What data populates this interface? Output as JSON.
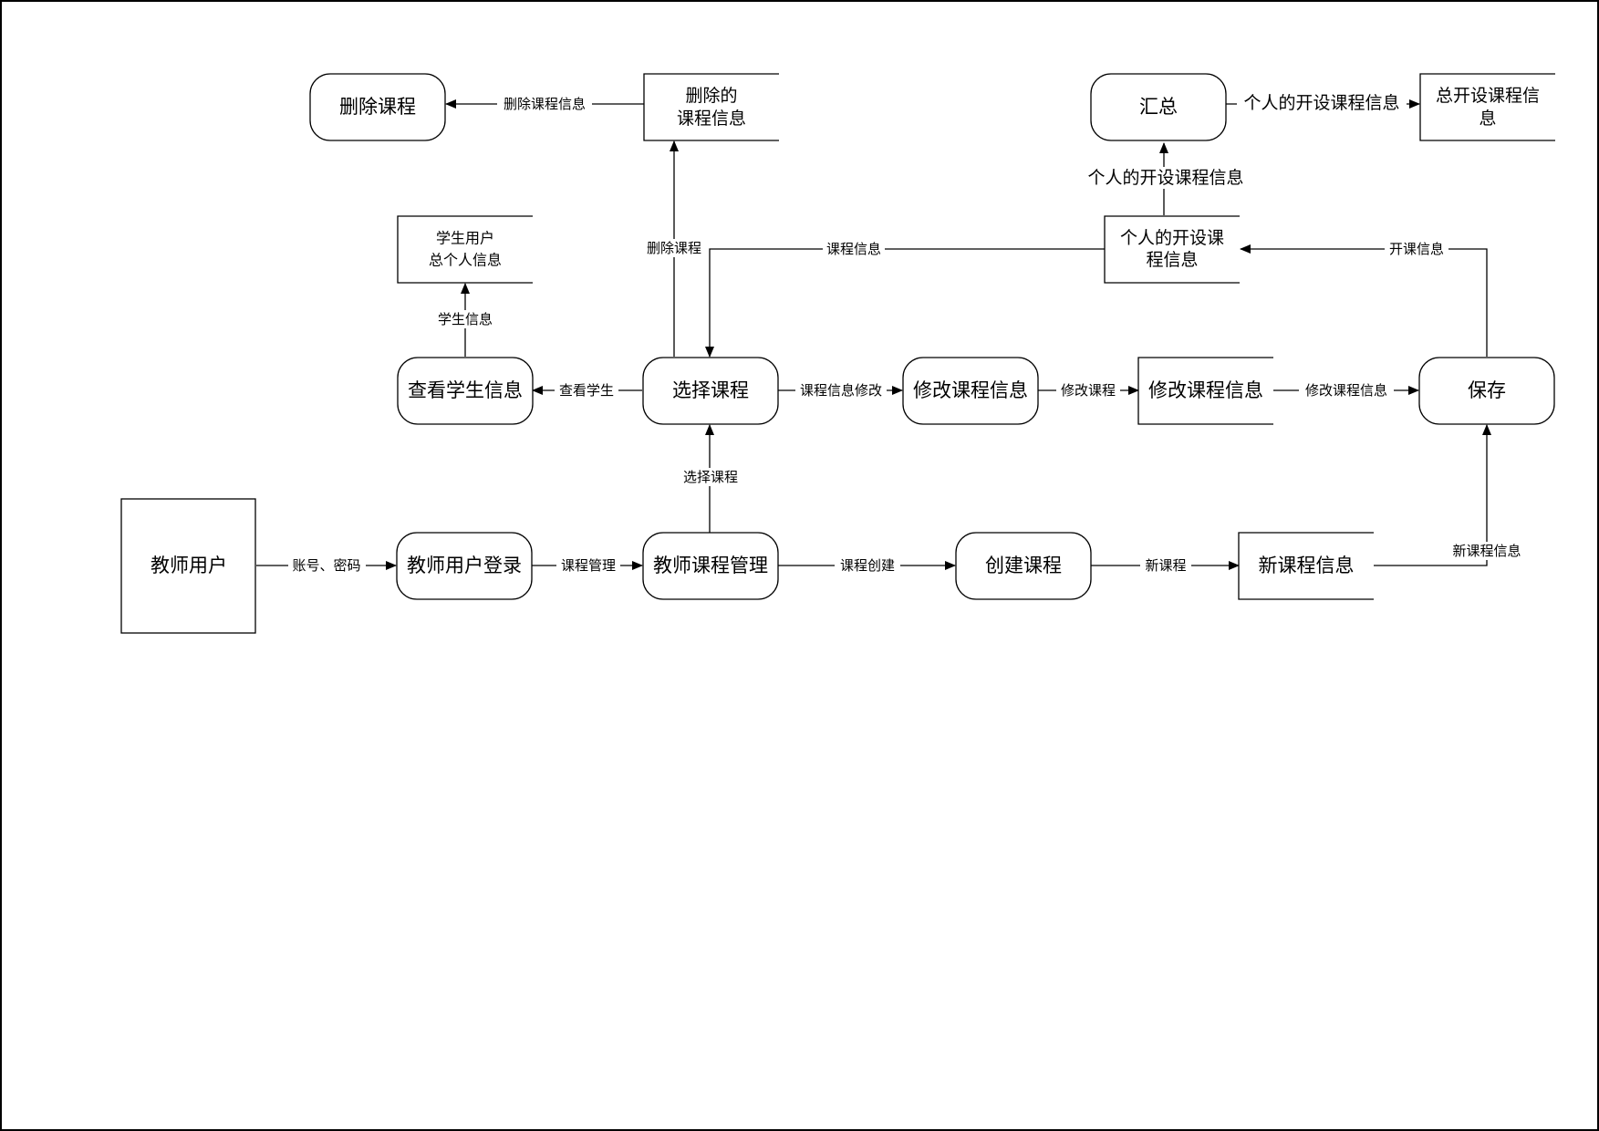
{
  "nodes": {
    "teacher_user": "教师用户",
    "teacher_login": "教师用户登录",
    "course_mgmt": "教师课程管理",
    "create_course": "创建课程",
    "new_course_info": "新课程信息",
    "save": "保存",
    "select_course": "选择课程",
    "modify_course_proc": "修改课程信息",
    "modify_course_store": "修改课程信息",
    "view_student": "查看学生信息",
    "student_store_line1": "学生用户",
    "student_store_line2": "总个人信息",
    "delete_course": "删除课程",
    "deleted_store_line1": "删除的",
    "deleted_store_line2": "课程信息",
    "summary": "汇总",
    "personal_store_line1": "个人的开设课",
    "personal_store_line2": "程信息",
    "total_store_line1": "总开设课程信",
    "total_store_line2": "息"
  },
  "flows": {
    "account_password": "账号、密码",
    "course_management": "课程管理",
    "course_create": "课程创建",
    "new_course": "新课程",
    "new_course_info": "新课程信息",
    "select_course": "选择课程",
    "course_info_modify": "课程信息修改",
    "modify_course": "修改课程",
    "modify_course_info": "修改课程信息",
    "view_student": "查看学生",
    "student_info": "学生信息",
    "delete_course": "删除课程",
    "delete_course_info": "删除课程信息",
    "course_info": "课程信息",
    "open_course_info": "开课信息",
    "personal_open_info_up": "个人的开设课程信息",
    "personal_open_info_right": "个人的开设课程信息"
  }
}
